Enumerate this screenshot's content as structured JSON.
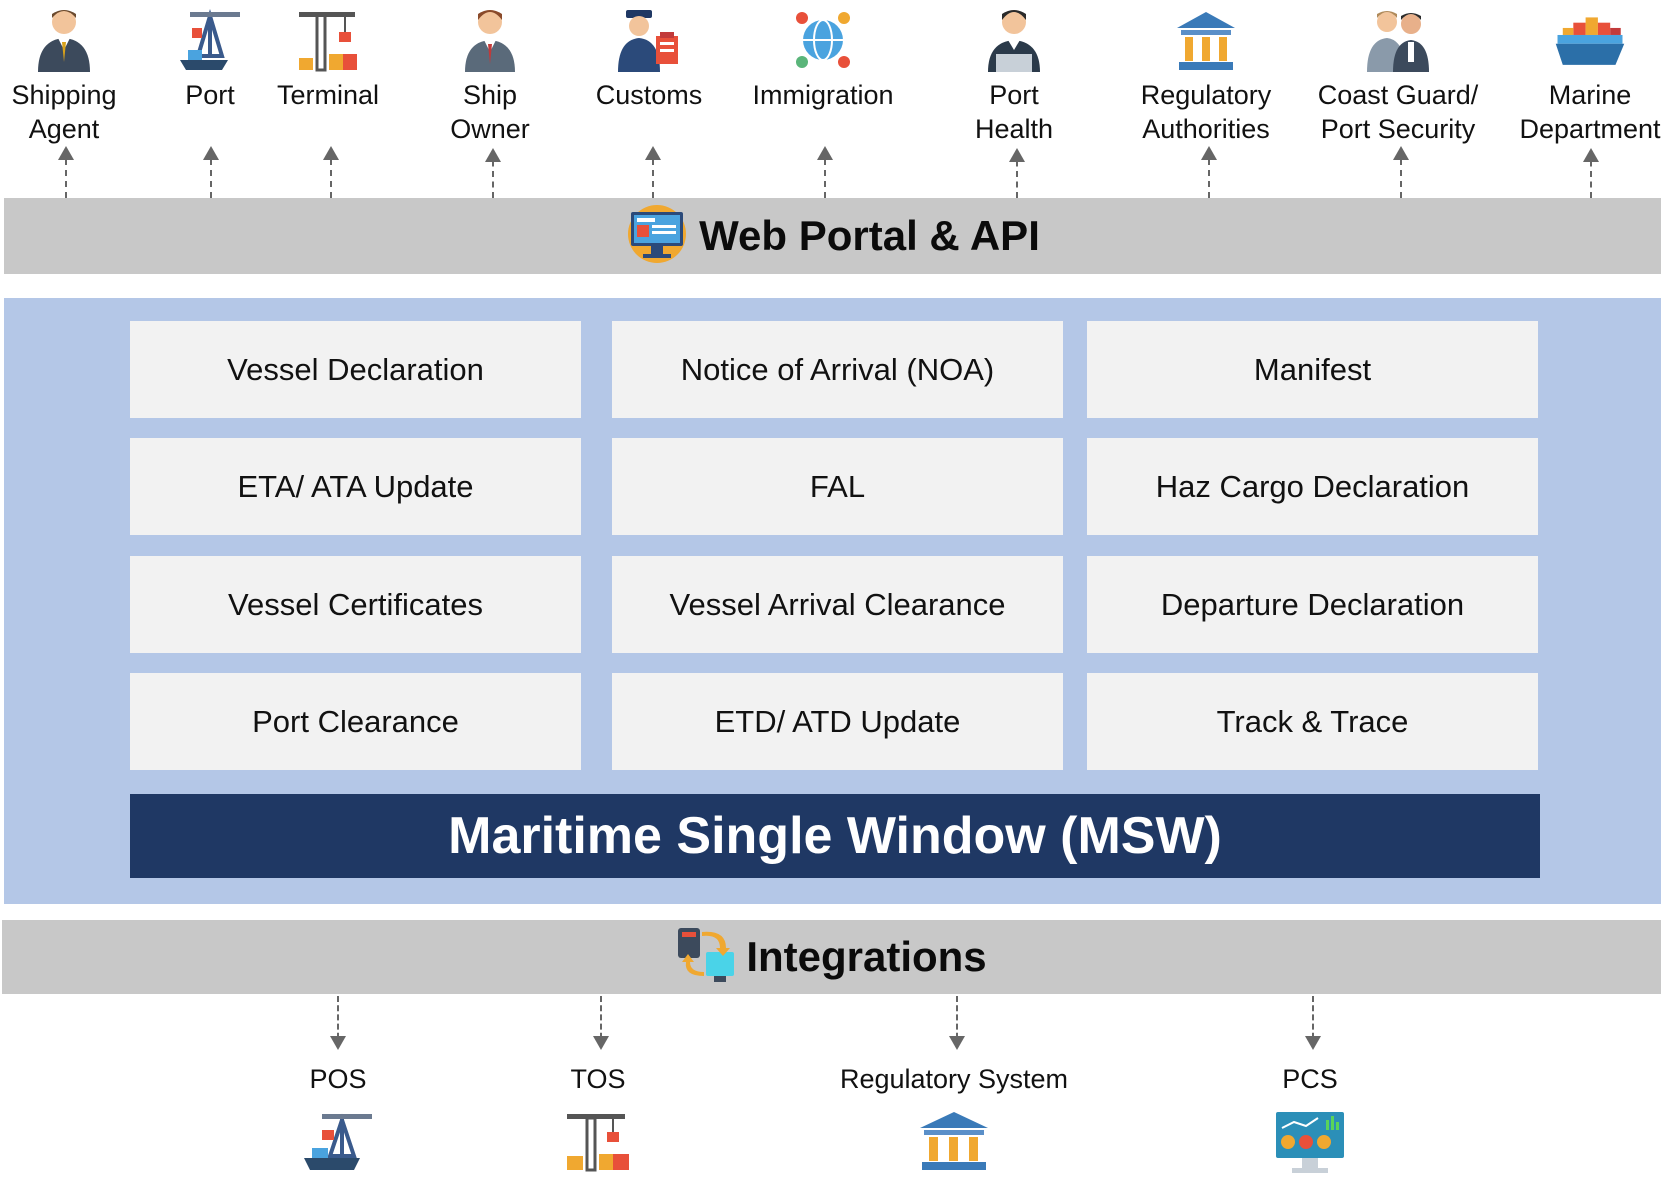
{
  "stakeholders": [
    {
      "label": "Shipping\nAgent",
      "icon": "businessman-icon"
    },
    {
      "label": "Port",
      "icon": "port-crane-icon"
    },
    {
      "label": "Terminal",
      "icon": "terminal-crane-icon"
    },
    {
      "label": "Ship\nOwner",
      "icon": "ship-owner-icon"
    },
    {
      "label": "Customs",
      "icon": "customs-officer-icon"
    },
    {
      "label": "Immigration",
      "icon": "globe-network-icon"
    },
    {
      "label": "Port\nHealth",
      "icon": "health-officer-icon"
    },
    {
      "label": "Regulatory\nAuthorities",
      "icon": "government-building-icon"
    },
    {
      "label": "Coast Guard/\nPort Security",
      "icon": "security-team-icon"
    },
    {
      "label": "Marine\nDepartment",
      "icon": "cargo-ship-icon"
    }
  ],
  "web_portal": {
    "title": "Web Portal & API",
    "icon": "web-portal-icon"
  },
  "modules": [
    "Vessel Declaration",
    "Notice of Arrival (NOA)",
    "Manifest",
    "ETA/ ATA Update",
    "FAL",
    "Haz Cargo Declaration",
    "Vessel Certificates",
    "Vessel Arrival Clearance",
    "Departure Declaration",
    "Port Clearance",
    "ETD/ ATD Update",
    "Track & Trace"
  ],
  "msw": {
    "title": "Maritime Single Window (MSW)"
  },
  "integrations": {
    "title": "Integrations",
    "icon": "integration-icon"
  },
  "systems": [
    {
      "label": "POS",
      "icon": "port-crane-icon"
    },
    {
      "label": "TOS",
      "icon": "terminal-crane-icon"
    },
    {
      "label": "Regulatory  System",
      "icon": "government-building-icon"
    },
    {
      "label": "PCS",
      "icon": "dashboard-monitor-icon"
    }
  ],
  "colors": {
    "band_gray": "#c8c8c8",
    "msw_background": "#b4c7e7",
    "module_cell": "#f2f2f2",
    "msw_title_bg": "#1f3864",
    "arrow": "#666666"
  }
}
